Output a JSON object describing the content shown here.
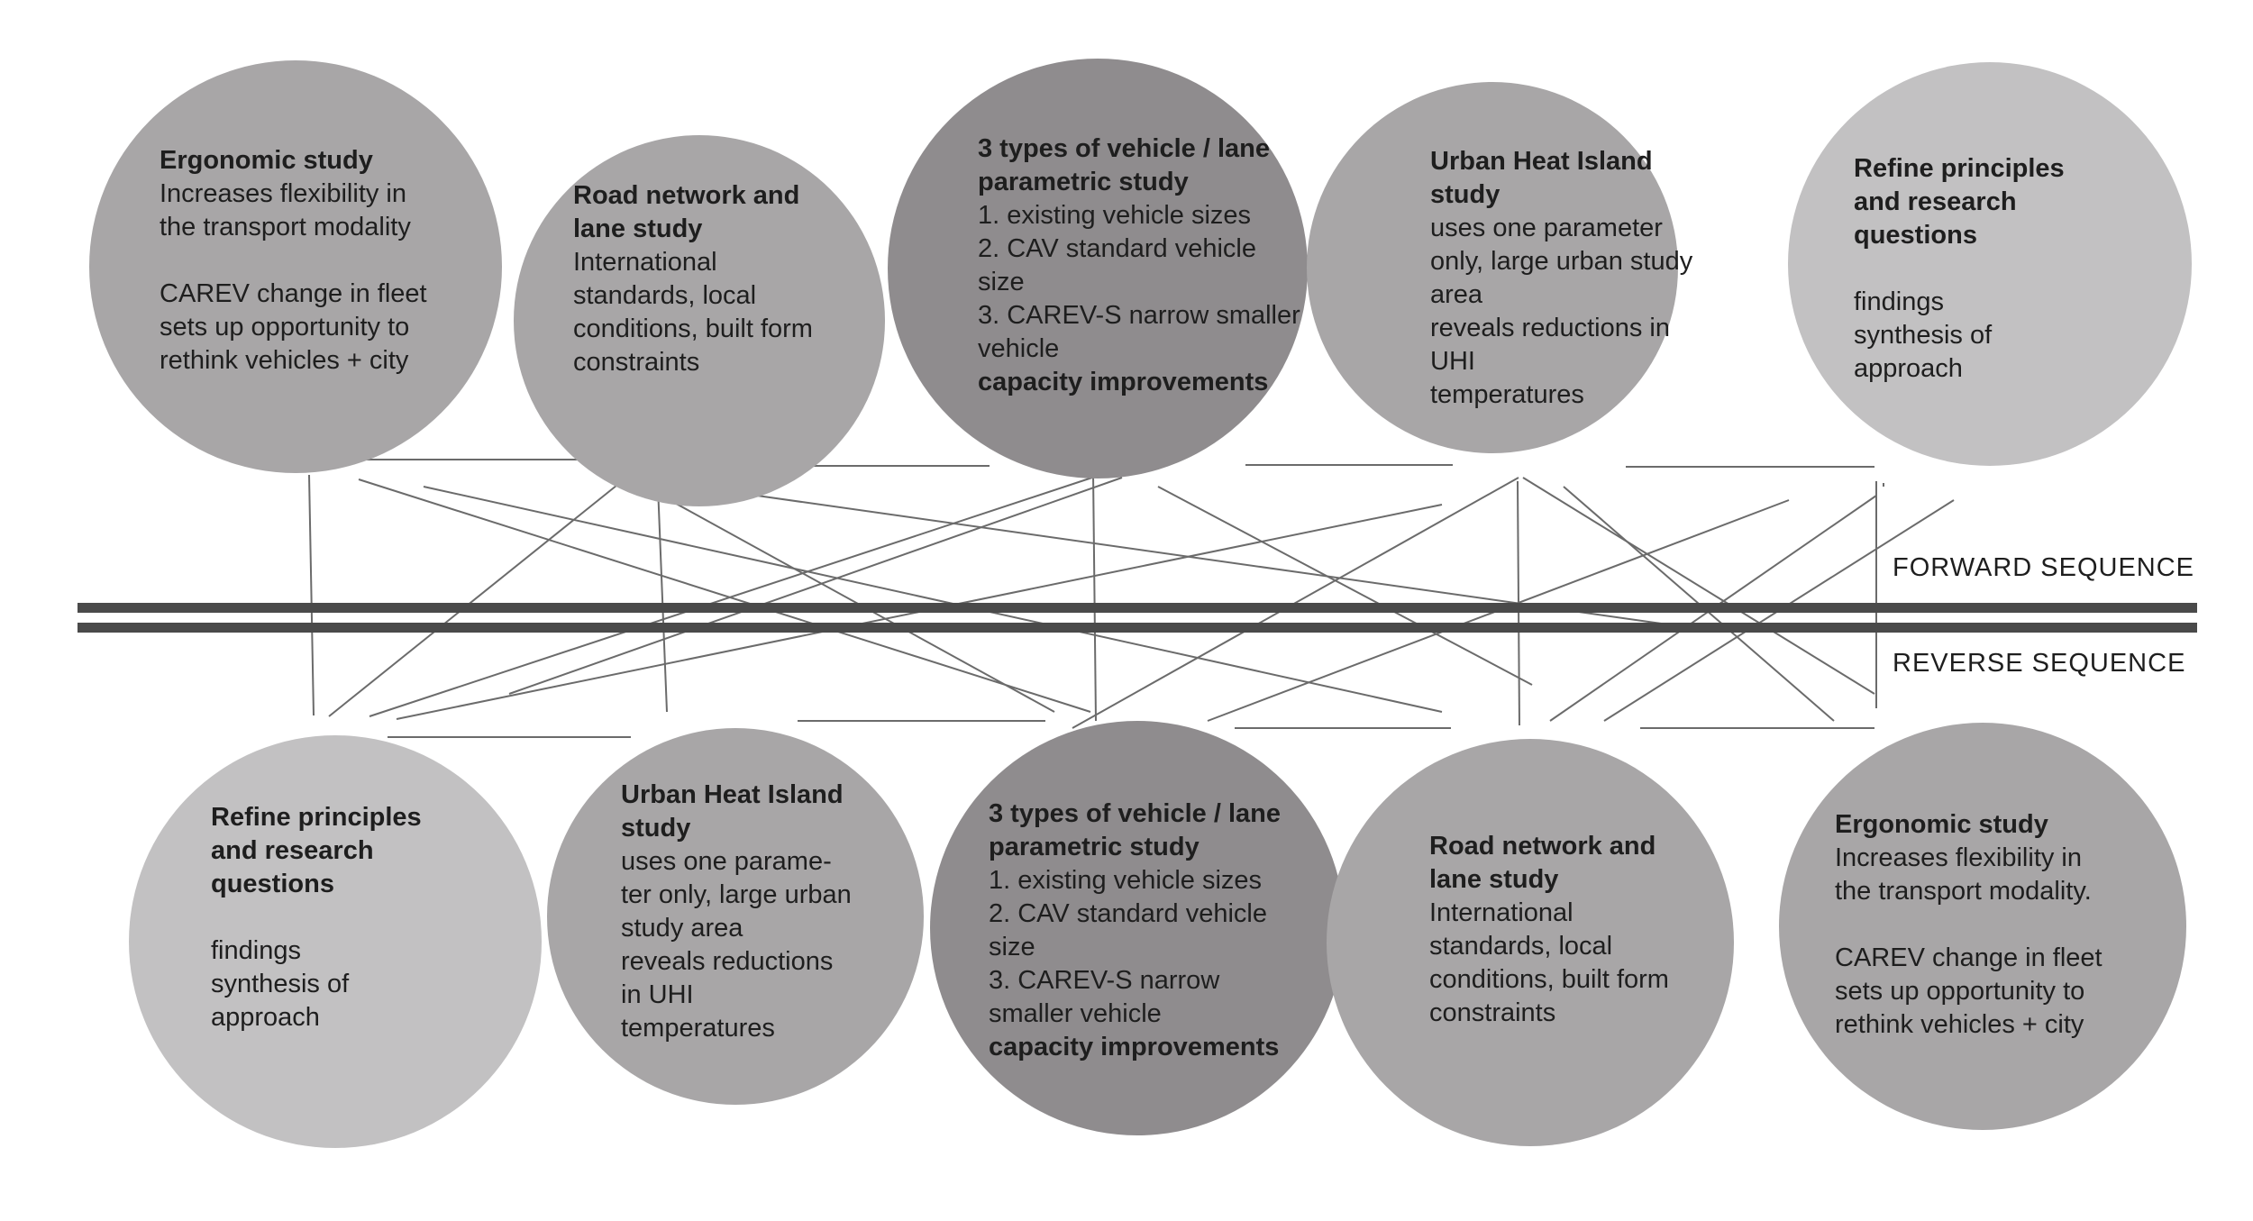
{
  "colors": {
    "light": "#c2c1c2",
    "mid": "#a8a6a7",
    "dark": "#8f8c8e",
    "band": "#4a4a4a",
    "connector": "#6b6b6b"
  },
  "labels": {
    "forward": "FORWARD SEQUENCE",
    "reverse": "REVERSE SEQUENCE"
  },
  "forward": [
    {
      "heading": [
        "Ergonomic study"
      ],
      "body": [
        "Increases flexibility in",
        "the transport modality",
        "",
        "CAREV change in fleet",
        "sets up opportunity to",
        "rethink vehicles + city"
      ],
      "tail": [],
      "shade": "mid"
    },
    {
      "heading": [
        "Road network and",
        "lane study"
      ],
      "body": [
        "International",
        "standards, local",
        "conditions, built form",
        "constraints"
      ],
      "tail": [],
      "shade": "mid"
    },
    {
      "heading": [
        "3 types of vehicle / lane",
        "parametric study"
      ],
      "body": [
        "1. existing vehicle sizes",
        "2. CAV standard vehicle",
        "size",
        "3. CAREV-S narrow smaller",
        "vehicle"
      ],
      "tail": [
        "capacity improvements"
      ],
      "shade": "dark"
    },
    {
      "heading": [
        "Urban Heat Island",
        "study"
      ],
      "body": [
        "uses one parameter",
        "only, large urban study",
        "area",
        "reveals reductions in",
        "UHI",
        "temperatures"
      ],
      "tail": [],
      "shade": "mid"
    },
    {
      "heading": [
        "Refine principles",
        "and research",
        "questions"
      ],
      "body": [
        "",
        "findings",
        "synthesis of",
        "approach"
      ],
      "tail": [],
      "shade": "light"
    }
  ],
  "reverse": [
    {
      "heading": [
        "Refine principles",
        "and research",
        "questions"
      ],
      "body": [
        "",
        "findings",
        "synthesis of",
        "approach"
      ],
      "tail": [],
      "shade": "light"
    },
    {
      "heading": [
        "Urban Heat Island",
        "study"
      ],
      "body": [
        "uses one parame-",
        "ter only, large urban",
        "study area",
        "reveals reductions",
        "in UHI",
        "temperatures"
      ],
      "tail": [],
      "shade": "mid"
    },
    {
      "heading": [
        "3 types of vehicle / lane",
        "parametric study"
      ],
      "body": [
        "1. existing vehicle sizes",
        "2. CAV standard vehicle",
        "size",
        "3. CAREV-S narrow",
        "smaller vehicle"
      ],
      "tail": [
        "capacity improvements"
      ],
      "shade": "dark"
    },
    {
      "heading": [
        "Road network and",
        "lane study"
      ],
      "body": [
        "International",
        "standards, local",
        "conditions, built form",
        "constraints"
      ],
      "tail": [],
      "shade": "mid"
    },
    {
      "heading": [
        "Ergonomic study"
      ],
      "body": [
        "Increases flexibility in",
        "the transport modality.",
        "",
        "CAREV change in fleet",
        "sets up opportunity to",
        "rethink vehicles + city"
      ],
      "tail": [],
      "shade": "mid"
    }
  ]
}
